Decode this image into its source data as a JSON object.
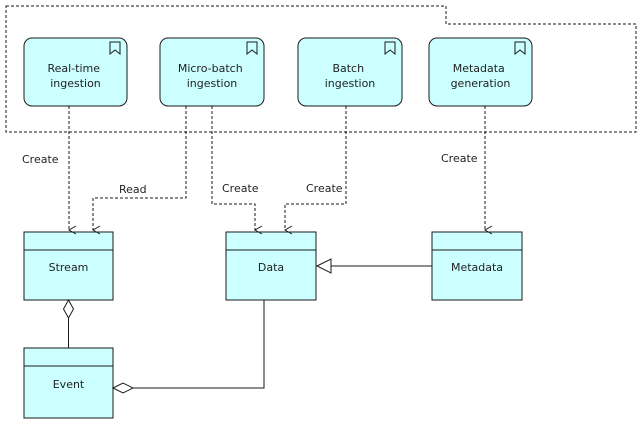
{
  "functions": {
    "realtime": "Real-time ingestion",
    "microbatch": "Micro-batch ingestion",
    "batch": "Batch ingestion",
    "metadata_gen": "Metadata generation"
  },
  "objects": {
    "stream": "Stream",
    "data": "Data",
    "metadata": "Metadata",
    "event": "Event"
  },
  "relations": {
    "create_realtime_stream": "Create",
    "read_microbatch_stream": "Read",
    "create_microbatch_data": "Create",
    "create_batch_data": "Create",
    "create_metadata": "Create"
  },
  "colors": {
    "element_fill": "#ccffff",
    "stroke": "#1a1a1a"
  }
}
